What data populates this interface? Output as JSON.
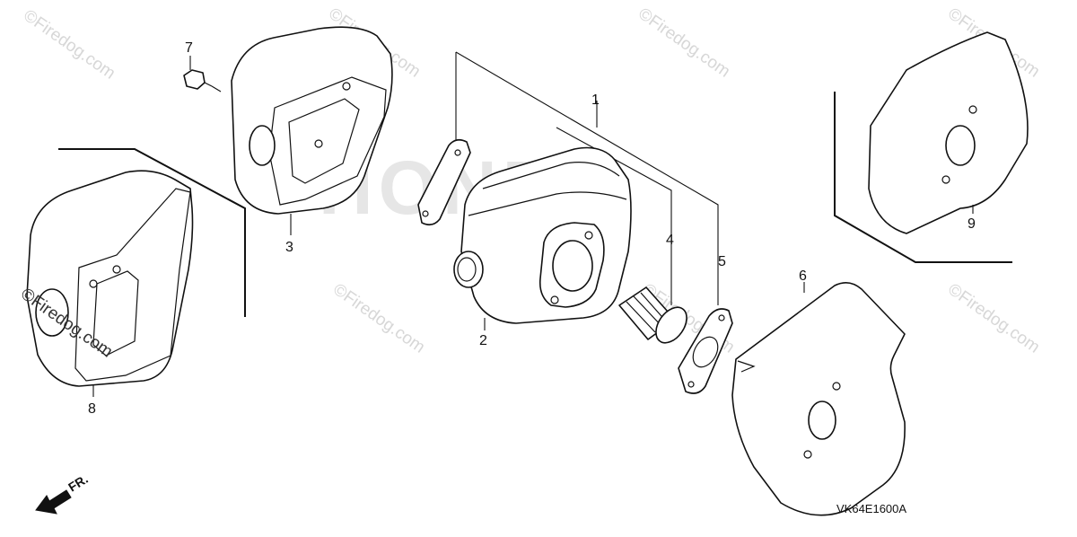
{
  "diagram": {
    "part_labels": {
      "p1": "1",
      "p2": "2",
      "p3": "3",
      "p4": "4",
      "p5": "5",
      "p6": "6",
      "p7": "7",
      "p8": "8",
      "p9": "9"
    },
    "diagram_code": "VK64E1600A",
    "front_indicator": "FR.",
    "background_brand": "HONDA",
    "watermark": "©Firedog.com"
  }
}
